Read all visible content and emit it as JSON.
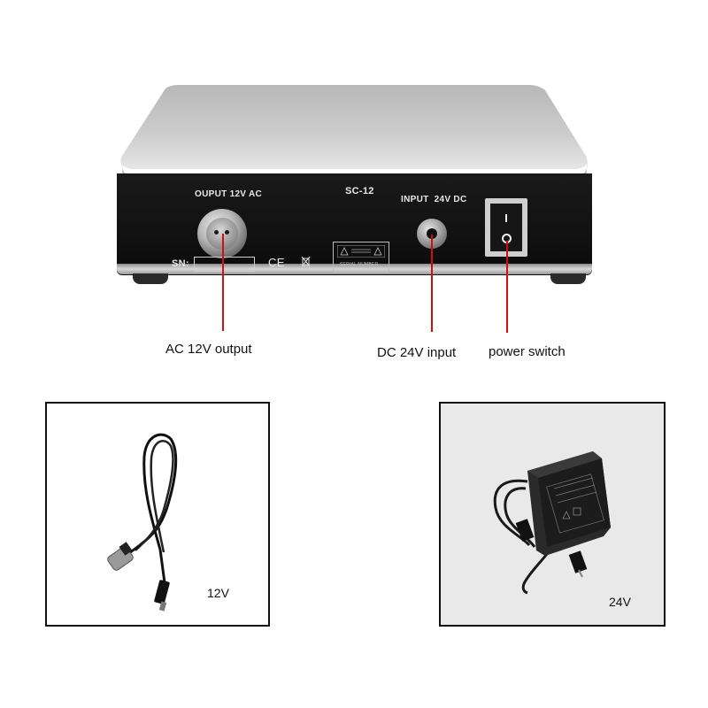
{
  "device": {
    "output_label": "OUPUT 12V AC",
    "model": "SC-12",
    "input_label": "INPUT  24V DC",
    "sn_label": "SN:",
    "ce_mark": "CE",
    "plate_text": "SERIAL NUMBER"
  },
  "callouts": {
    "ac_output": "AC 12V output",
    "dc_input": "DC 24V input",
    "power_switch": "power switch"
  },
  "photos": {
    "cable_label": "12V",
    "adapter_label": "24V"
  },
  "colors": {
    "pointer": "#cc1111",
    "panel": "#111111",
    "chassis": "#c4c4c4"
  }
}
